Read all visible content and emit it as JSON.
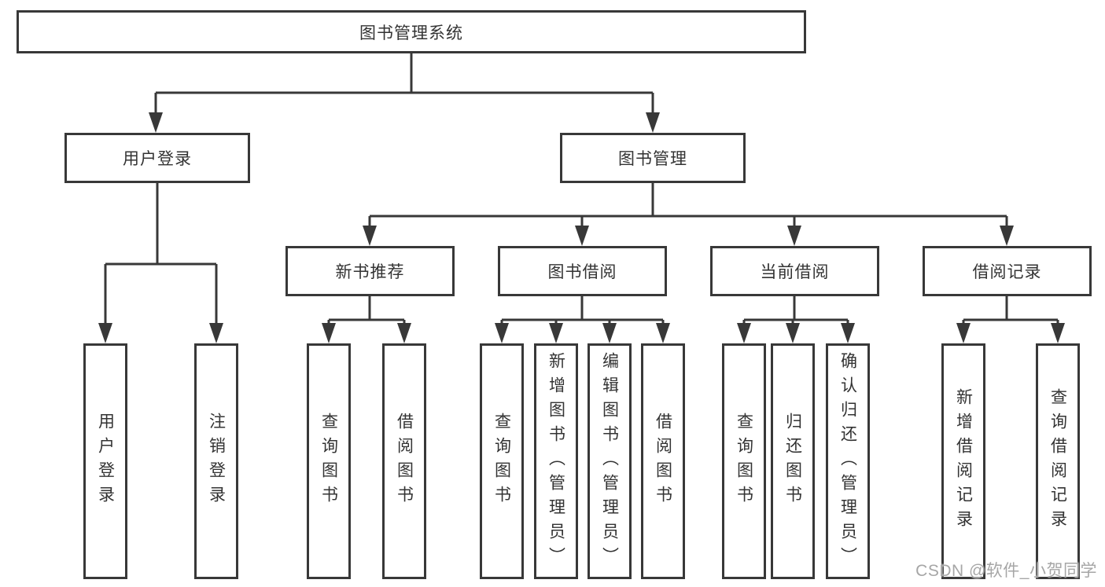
{
  "diagram_type": "hierarchy-tree",
  "nodes": {
    "root": "图书管理系统",
    "user_login": "用户登录",
    "book_mgmt": "图书管理",
    "new_book_rec": "新书推荐",
    "book_borrow": "图书借阅",
    "current_borrow": "当前借阅",
    "borrow_records": "借阅记录",
    "login": "用户登录",
    "logout": "注销登录",
    "rec_query_book": "查询图书",
    "rec_borrow_book": "借阅图书",
    "bb_query_book": "查询图书",
    "bb_add_book": "新增图书（管理员）",
    "bb_edit_book": "编辑图书（管理员）",
    "bb_borrow_book": "借阅图书",
    "cb_query_book": "查询图书",
    "cb_return_book": "归还图书",
    "cb_confirm_return": "确认归还（管理员）",
    "br_add_record": "新增借阅记录",
    "br_query_record": "查询借阅记录"
  },
  "hierarchy": {
    "root": [
      "user_login",
      "book_mgmt"
    ],
    "user_login": [
      "login",
      "logout"
    ],
    "book_mgmt": [
      "new_book_rec",
      "book_borrow",
      "current_borrow",
      "borrow_records"
    ],
    "new_book_rec": [
      "rec_query_book",
      "rec_borrow_book"
    ],
    "book_borrow": [
      "bb_query_book",
      "bb_add_book",
      "bb_edit_book",
      "bb_borrow_book"
    ],
    "current_borrow": [
      "cb_query_book",
      "cb_return_book",
      "cb_confirm_return"
    ],
    "borrow_records": [
      "br_add_record",
      "br_query_record"
    ]
  },
  "watermark": {
    "text": "CSDN @软件_小贺同学",
    "color": "#a6a6a6"
  },
  "colors": {
    "line": "#383838",
    "text": "#333333",
    "box_fill": "#ffffff",
    "background": "#ffffff"
  }
}
